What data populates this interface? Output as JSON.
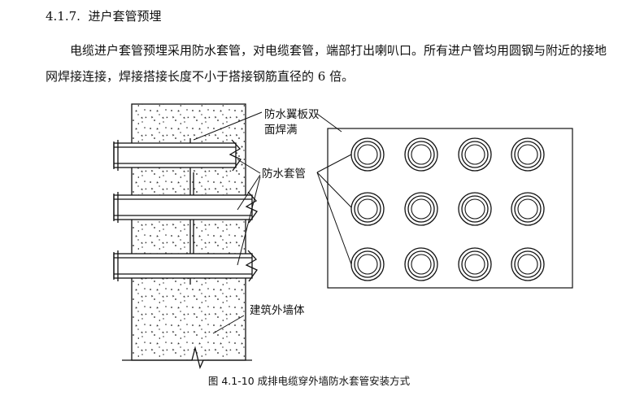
{
  "section": {
    "number": "4.1.7.",
    "title": "进户套管预埋"
  },
  "paragraph": "电缆进户套管预埋采用防水套管，对电缆套管，端部打出喇叭口。所有进户管均用圆钢与附近的接地网焊接连接，焊接搭接长度不小于搭接钢筋直径的 6 倍。",
  "figure": {
    "labels": {
      "flange_weld_line1": "防水翼板双",
      "flange_weld_line2": "面焊满",
      "sleeve": "防水套管",
      "wall": "建筑外墙体"
    },
    "grid": {
      "rows": 3,
      "cols": 4
    },
    "caption": "图 4.1-10 成排电缆穿外墙防水套管安装方式"
  }
}
